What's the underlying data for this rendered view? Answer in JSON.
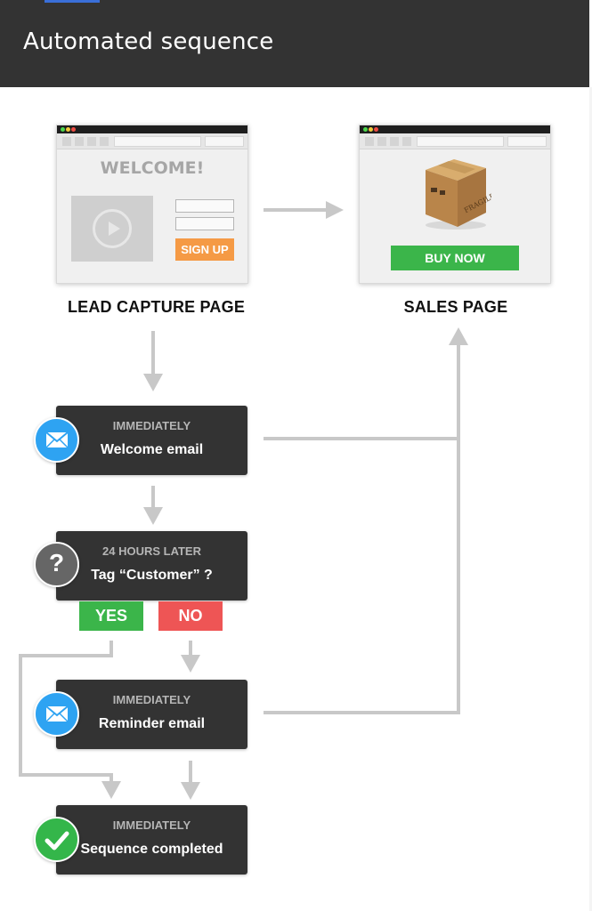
{
  "header": {
    "title": "Automated sequence"
  },
  "lead_page": {
    "heading": "WELCOME!",
    "signup_label": "SIGN UP",
    "caption": "LEAD CAPTURE PAGE"
  },
  "sales_page": {
    "box_label": "FRAGILE",
    "buy_label": "BUY NOW",
    "caption": "SALES PAGE"
  },
  "steps": [
    {
      "timing": "IMMEDIATELY",
      "title": "Welcome email",
      "icon": "envelope-icon"
    },
    {
      "timing": "24 HOURS LATER",
      "title": "Tag “Customer” ?",
      "icon": "question-icon"
    },
    {
      "timing": "IMMEDIATELY",
      "title": "Reminder email",
      "icon": "envelope-icon"
    },
    {
      "timing": "IMMEDIATELY",
      "title": "Sequence completed",
      "icon": "check-icon"
    }
  ],
  "decision": {
    "yes_label": "YES",
    "no_label": "NO"
  },
  "badge_question": "?",
  "colors": {
    "header": "#333333",
    "step_card": "#333333",
    "connector": "#c8c8c8",
    "email_badge": "#2ea3f2",
    "question_badge": "#666666",
    "done_badge": "#34b64a",
    "yes": "#3bb54a",
    "no": "#ee5555",
    "signup": "#f59a45",
    "buy": "#3bb54a"
  }
}
